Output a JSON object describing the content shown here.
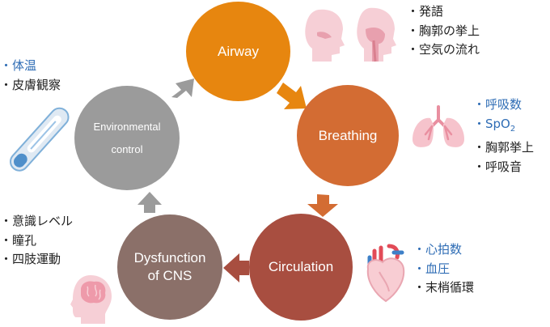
{
  "nodes": {
    "airway": "Airway",
    "breathing": "Breathing",
    "circulation": "Circulation",
    "cns": {
      "line1": "Dysfunction",
      "line2": "of CNS"
    },
    "environmental": {
      "line1": "Environmental",
      "line2": "control"
    }
  },
  "lists": {
    "airway": [
      {
        "text": "発語",
        "highlight": false
      },
      {
        "text": "胸郭の挙上",
        "highlight": false
      },
      {
        "text": "空気の流れ",
        "highlight": false
      }
    ],
    "breathing": [
      {
        "text": "呼吸数",
        "highlight": true
      },
      {
        "text": "SpO",
        "sub": "2",
        "highlight": true
      },
      {
        "text": "胸郭挙上",
        "highlight": false
      },
      {
        "text": "呼吸音",
        "highlight": false
      }
    ],
    "circulation": [
      {
        "text": "心拍数",
        "highlight": true
      },
      {
        "text": "血圧",
        "highlight": true
      },
      {
        "text": "末梢循環",
        "highlight": false
      }
    ],
    "environmental": [
      {
        "text": "体温",
        "highlight": true
      },
      {
        "text": "皮膚観察",
        "highlight": false
      }
    ],
    "cns": [
      {
        "text": "意識レベル",
        "highlight": false
      },
      {
        "text": "瞳孔",
        "highlight": false
      },
      {
        "text": "四肢運動",
        "highlight": false
      }
    ]
  },
  "colors": {
    "airway": "#e7860f",
    "breathing": "#d36c33",
    "circulation": "#a84e40",
    "cns": "#8b7069",
    "environmental": "#9b9b9b",
    "highlight_text": "#2f6db5",
    "arrow_gray": "#9b9b9b"
  },
  "illustrations": [
    "head-profile-icon",
    "lungs-icon",
    "heart-icon",
    "brain-head-icon",
    "thermometer-icon"
  ]
}
